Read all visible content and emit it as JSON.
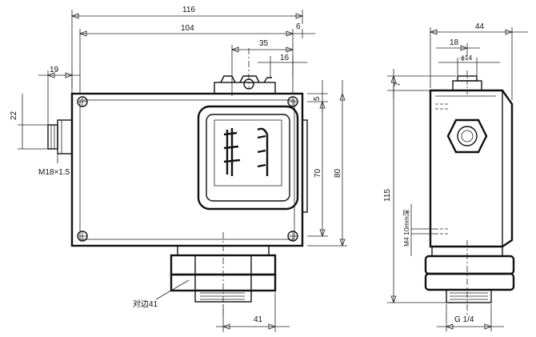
{
  "dimensions": {
    "overall_width": "116",
    "body_width": "104",
    "port_offset": "35",
    "mount_offset": "6",
    "cover_offset": "16",
    "connector_width": "19",
    "connector_height": "22",
    "connector_thread": "M18×1.5",
    "top_gap": "5",
    "hole_spacing": "70",
    "body_height": "80",
    "nut_across_flats": "对边41",
    "nut_width": "41",
    "side_depth": "44",
    "side_offset": "18",
    "side_bore": "ϕ14",
    "side_top": "7",
    "side_total_height": "115",
    "mount_hole_label": "M4 10mm深",
    "pipe_thread": "G 1/4"
  }
}
